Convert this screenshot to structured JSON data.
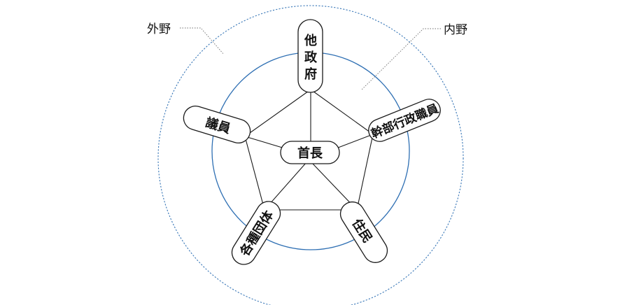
{
  "diagram": {
    "zones": {
      "outer": {
        "label": "外野",
        "color": "#3a78b8"
      },
      "inner": {
        "label": "内野",
        "color": "#2e6fb3"
      }
    },
    "center_node": {
      "label": "首長"
    },
    "nodes": [
      {
        "id": "other-gov",
        "label": "他政府"
      },
      {
        "id": "senior-officials",
        "label": "幹部行政職員"
      },
      {
        "id": "residents",
        "label": "住民"
      },
      {
        "id": "various-groups",
        "label": "各種団体"
      },
      {
        "id": "council-members",
        "label": "議員"
      }
    ]
  }
}
